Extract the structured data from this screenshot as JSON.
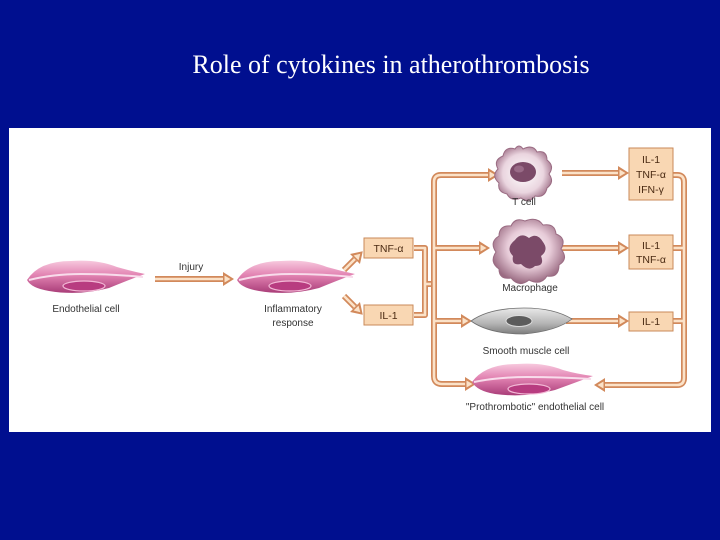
{
  "slide": {
    "title": "Role of cytokines in atherothrombosis"
  },
  "diagram": {
    "endothelial_cell": "Endothelial cell",
    "injury": "Injury",
    "inflammatory_response": [
      "Inflammatory",
      "response"
    ],
    "tnf_alpha_box": "TNF-α",
    "il1_box": "IL-1",
    "t_cell": "T cell",
    "macrophage": "Macrophage",
    "smooth_muscle_cell": "Smooth muscle cell",
    "prothrombotic_endothelial_cell": "\"Prothrombotic\" endothelial cell",
    "t_cell_cytokines": [
      "IL-1",
      "TNF-α",
      "IFN-γ"
    ],
    "macrophage_cytokines": [
      "IL-1",
      "TNF-α"
    ],
    "smooth_muscle_cytokines": [
      "IL-1"
    ]
  },
  "colors": {
    "background": "#000f8f",
    "arrow": "#d2895b",
    "cytokine_box": "#f9d7b3",
    "cell_pink": "#c95a99"
  }
}
